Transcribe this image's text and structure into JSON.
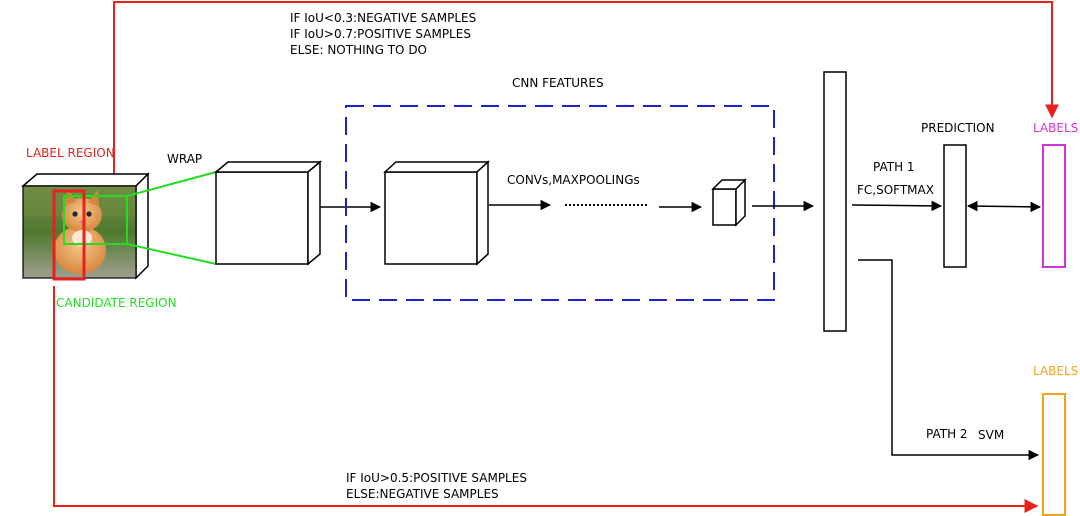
{
  "rules": {
    "iou_top_line1": "IF IoU<0.3:NEGATIVE SAMPLES",
    "iou_top_line2": "IF IoU>0.7:POSITIVE SAMPLES",
    "iou_top_line3": "ELSE: NOTHING TO DO",
    "iou_bottom_line1": "IF IoU>0.5:POSITIVE SAMPLES",
    "iou_bottom_line2": "ELSE:NEGATIVE SAMPLES"
  },
  "labels": {
    "label_region": "LABEL REGION",
    "candidate_region": "CANDIDATE REGION",
    "wrap": "WRAP",
    "cnn_features": "CNN FEATURES",
    "convs": "CONVs,MAXPOOLINGs",
    "prediction": "PREDICTION",
    "path1": "PATH 1",
    "fc_softmax": "FC,SOFTMAX",
    "labels_top": "LABELS",
    "labels_bottom": "LABELS",
    "path2": "PATH 2",
    "svm": "SVM"
  },
  "colors": {
    "label_region": "#e8211d",
    "candidate_region": "#22dd22",
    "cnn_box": "#1a22c8",
    "labels_top": "#d633d6",
    "labels_bottom": "#f2a41c"
  },
  "image": {
    "subject": "kitten-photo"
  }
}
